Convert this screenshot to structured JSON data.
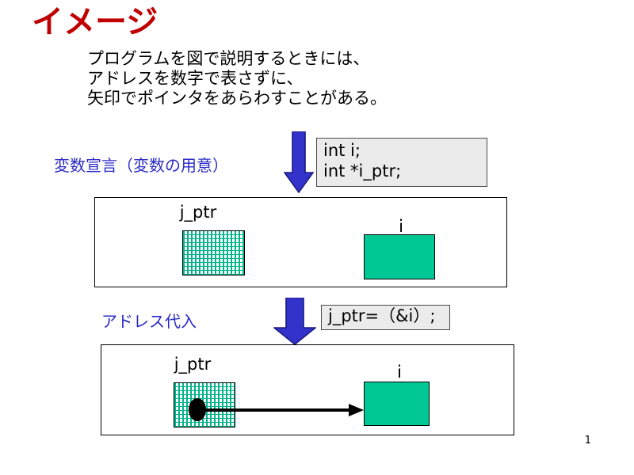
{
  "slide": {
    "title": "イメージ",
    "page_number": "1",
    "background": "#FFFFFF"
  },
  "body_text": {
    "lines": [
      "プログラムを図で説明するときには、",
      "アドレスを数字で表さずに、",
      "矢印でポインタをあらわすことがある。"
    ]
  },
  "colors": {
    "title_red": "#C00000",
    "label_blue": "#2B2BC8",
    "arrow_blue": "#3333CC",
    "arrow_outline": "#1A1A80",
    "cell_green": "#00C894",
    "hatch_green": "#00B38A",
    "code_bg": "#EBEBEB",
    "code_border": "#4A4A4A",
    "frame_border": "#000000"
  },
  "steps": [
    {
      "label": "変数宣言（変数の用意）",
      "arrow_icon": "down-arrow-icon",
      "code_lines": [
        "int  i;",
        "int  *i_ptr;"
      ]
    },
    {
      "label": "アドレス代入",
      "arrow_icon": "down-arrow-icon",
      "code_lines": [
        "j_ptr=（&i）;"
      ]
    }
  ],
  "diagrams": [
    {
      "name": "memory-frame-declared",
      "cells": [
        {
          "label": "j_ptr",
          "fill": "hatched",
          "has_pointer_dot": false
        },
        {
          "label": "i",
          "fill": "solid",
          "has_pointer_dot": false
        }
      ],
      "has_pointer_arrow": false
    },
    {
      "name": "memory-frame-assigned",
      "cells": [
        {
          "label": "j_ptr",
          "fill": "hatched",
          "has_pointer_dot": true
        },
        {
          "label": "i",
          "fill": "solid",
          "has_pointer_dot": false
        }
      ],
      "has_pointer_arrow": true
    }
  ]
}
